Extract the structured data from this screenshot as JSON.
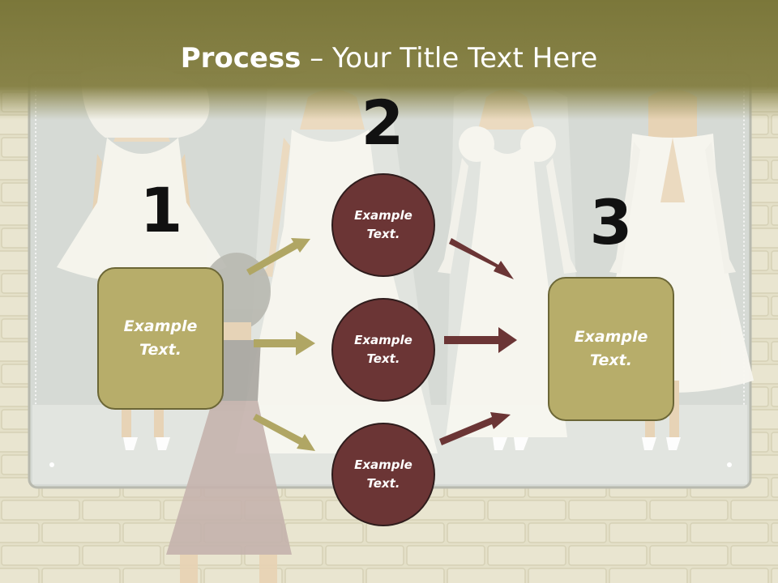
{
  "slide": {
    "title_bold": "Process",
    "title_rest": " – Your Title Text Here"
  },
  "steps": {
    "left": {
      "number": "1",
      "line1": "Example",
      "line2": "Text."
    },
    "middle": {
      "number": "2",
      "items": [
        {
          "line1": "Example",
          "line2": "Text."
        },
        {
          "line1": "Example",
          "line2": "Text."
        },
        {
          "line1": "Example",
          "line2": "Text."
        }
      ]
    },
    "right": {
      "number": "3",
      "line1": "Example",
      "line2": "Text."
    }
  },
  "colors": {
    "header": "#7f7a3c",
    "box_fill": "#b7ad6a",
    "circle_fill": "#6b3535",
    "arrow_olive": "#b0a664",
    "arrow_maroon": "#6b3535"
  }
}
